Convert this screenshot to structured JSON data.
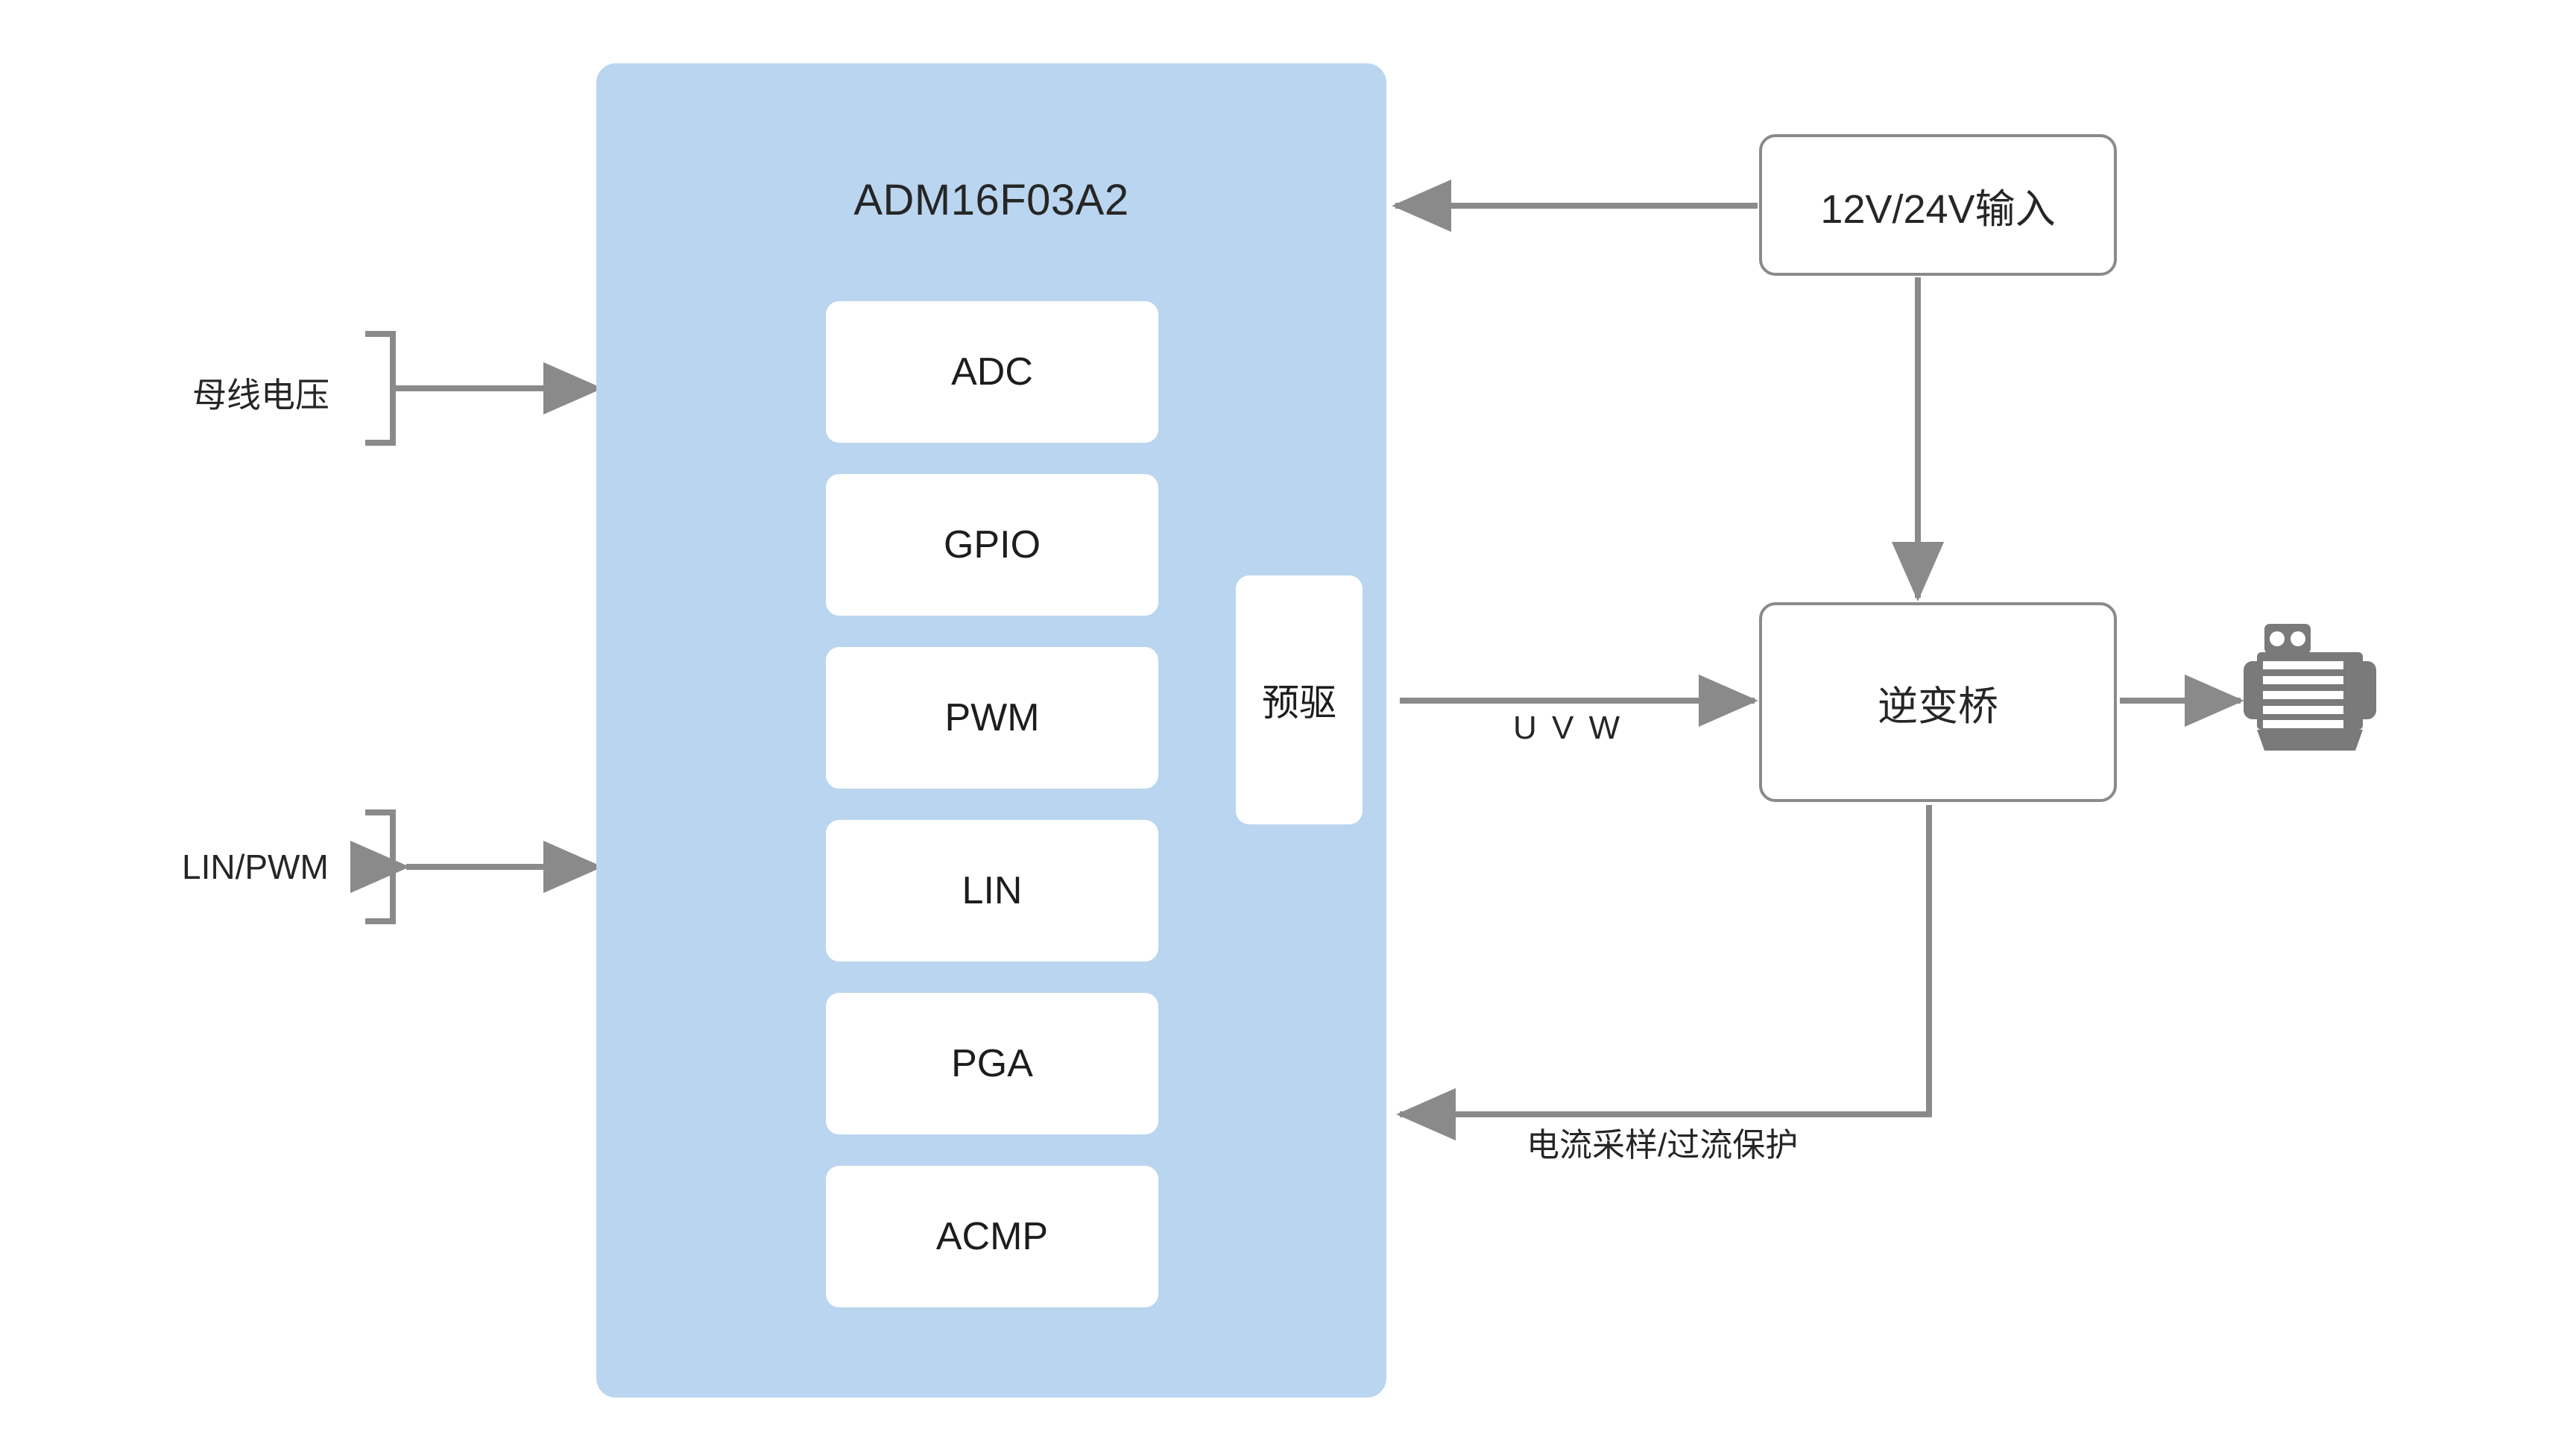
{
  "diagram": {
    "title": "ADM16F03A2",
    "mcu": {
      "label": "ADM16F03A2",
      "peripherals": [
        {
          "label": "ADC"
        },
        {
          "label": "GPIO"
        },
        {
          "label": "PWM"
        },
        {
          "label": "LIN"
        },
        {
          "label": "PGA"
        },
        {
          "label": "ACMP"
        }
      ],
      "predriver": {
        "label": "预驱"
      }
    },
    "external_blocks": [
      {
        "id": "supply",
        "label": "12V/24V输入"
      },
      {
        "id": "inverter",
        "label": "逆变桥"
      }
    ],
    "signal_labels": {
      "bus_voltage": "母线电压",
      "lin_pwm": "LIN/PWM",
      "phase_outputs": "U V W",
      "current_feedback": "电流采样/过流保护"
    },
    "icons": {
      "motor": "motor-icon"
    },
    "colors": {
      "mcu_panel": "#bad5ef",
      "block_fill": "#ffffff",
      "wire": "#8a8a8a",
      "outline": "#8a8a8a",
      "text": "#262626",
      "motor": "#7a7a7a"
    }
  }
}
